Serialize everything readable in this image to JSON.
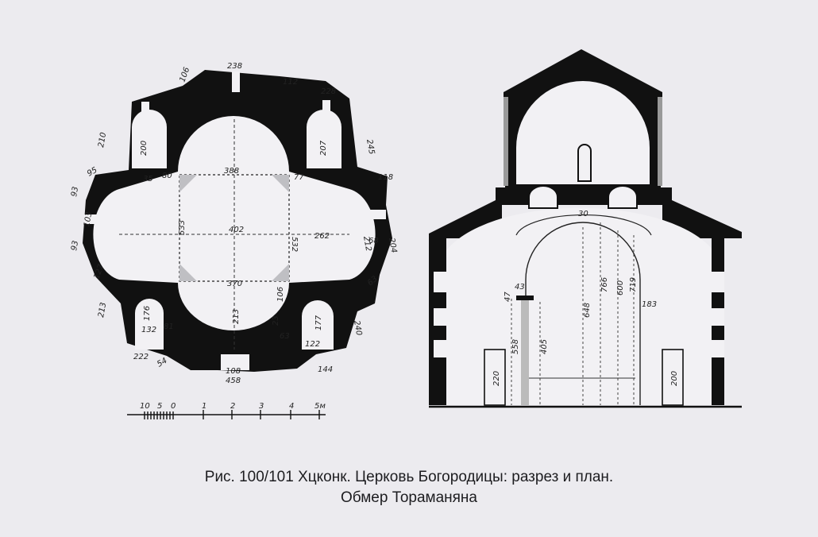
{
  "caption": {
    "line1": "Рис. 100/101   Хцконк. Церковь Богородицы: разрез и план.",
    "line2": "Обмер Тораманяна"
  },
  "plan": {
    "dimensions": [
      "238",
      "106",
      "112",
      "228",
      "210",
      "245",
      "95",
      "118",
      "93",
      "103",
      "93",
      "68",
      "204",
      "212",
      "213",
      "240",
      "222",
      "54",
      "108",
      "458",
      "144",
      "35",
      "80",
      "77",
      "388",
      "402",
      "533",
      "532",
      "262",
      "370",
      "213",
      "106",
      "23",
      "63",
      "81",
      "132",
      "122",
      "63",
      "177",
      "176",
      "127",
      "200",
      "207"
    ],
    "scale_bar": {
      "labels": [
        "10",
        "5",
        "0",
        "1",
        "2",
        "3",
        "4",
        "5м"
      ]
    }
  },
  "section": {
    "dimensions": [
      "43",
      "47",
      "558",
      "405",
      "648",
      "766",
      "600",
      "719",
      "220",
      "200",
      "183",
      "30"
    ]
  },
  "colors": {
    "ink": "#111111",
    "paper": "#ecebef",
    "caption": "#1d1d20"
  }
}
